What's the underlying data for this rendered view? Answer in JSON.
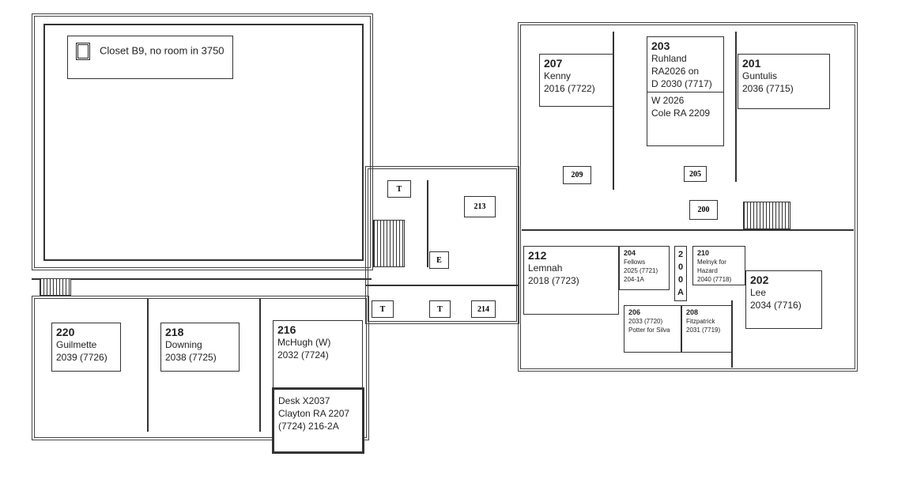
{
  "closet": {
    "label": "Closet B9, no room in 3750"
  },
  "rooms": {
    "r207": {
      "num": "207",
      "name": "Kenny",
      "ext": "2016 (7722)"
    },
    "r203": {
      "num": "203",
      "name": "Ruhland",
      "line2": "RA2026 on",
      "ext": "D 2030 (7717)",
      "line4": "W 2026",
      "line5": "Cole RA 2209"
    },
    "r201": {
      "num": "201",
      "name": "Guntulis",
      "ext": "2036 (7715)"
    },
    "r212": {
      "num": "212",
      "name": "Lemnah",
      "ext": "2018 (7723)"
    },
    "r204": {
      "num": "204",
      "name": "Fellows",
      "ext": "2025 (7721)",
      "line4": "204-1A"
    },
    "r200a": {
      "chars": [
        "2",
        "0",
        "0",
        "A"
      ]
    },
    "r210": {
      "num": "210",
      "name": "Melnyk for",
      "line3": "Hazard",
      "ext": "2040 (7718)"
    },
    "r202": {
      "num": "202",
      "name": "Lee",
      "ext": "2034 (7716)"
    },
    "r206": {
      "num": "206",
      "ext": "2033 (7720)",
      "name": "Potter for Silva"
    },
    "r208": {
      "num": "208",
      "name": "Fitzpatrick",
      "ext": "2031 (7719)"
    },
    "r220": {
      "num": "220",
      "name": "Guilmette",
      "ext": "2039 (7726)"
    },
    "r218": {
      "num": "218",
      "name": "Downing",
      "ext": "2038 (7725)"
    },
    "r216": {
      "num": "216",
      "name": "McHugh (W)",
      "ext": "2032 (7724)"
    },
    "desk": {
      "line1": "Desk X2037",
      "line2": "Clayton RA 2207",
      "line3": "(7724) 216-2A"
    }
  },
  "tags": {
    "r209": "209",
    "r205": "205",
    "r200": "200",
    "r213": "213",
    "r214": "214",
    "t": "T",
    "e": "E"
  }
}
